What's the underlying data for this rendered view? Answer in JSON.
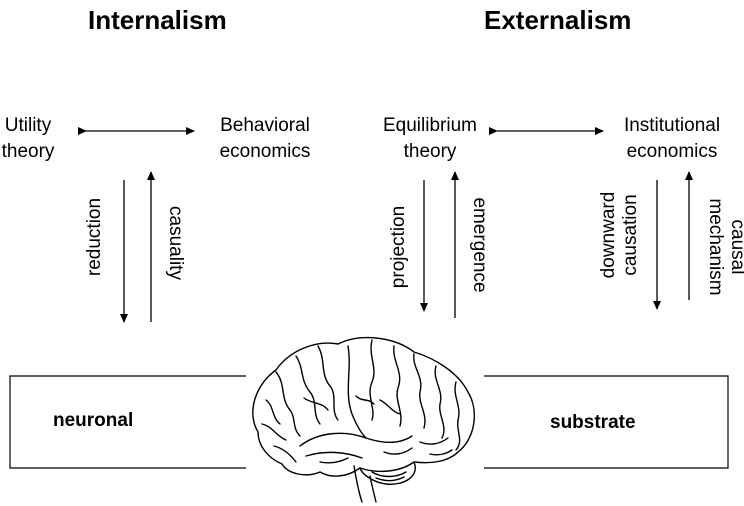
{
  "headings": {
    "left": "Internalism",
    "right": "Externalism"
  },
  "nodes": {
    "utility_theory": [
      "Utility",
      "theory"
    ],
    "behavioral_economics": [
      "Behavioral",
      "economics"
    ],
    "equilibrium_theory": [
      "Equilibrium",
      "theory"
    ],
    "institutional_economics": [
      "Institutional",
      "economics"
    ]
  },
  "arrows": {
    "reduction": "reduction",
    "casuality": "casuality",
    "projection": "projection",
    "emergence": "emergence",
    "downward_causation": [
      "downward",
      "causation"
    ],
    "causal_mechanism": [
      "causal",
      "mechanism"
    ]
  },
  "boxes": {
    "left": "neuronal",
    "right": "substrate"
  },
  "icons": {
    "brain": "brain-icon"
  }
}
